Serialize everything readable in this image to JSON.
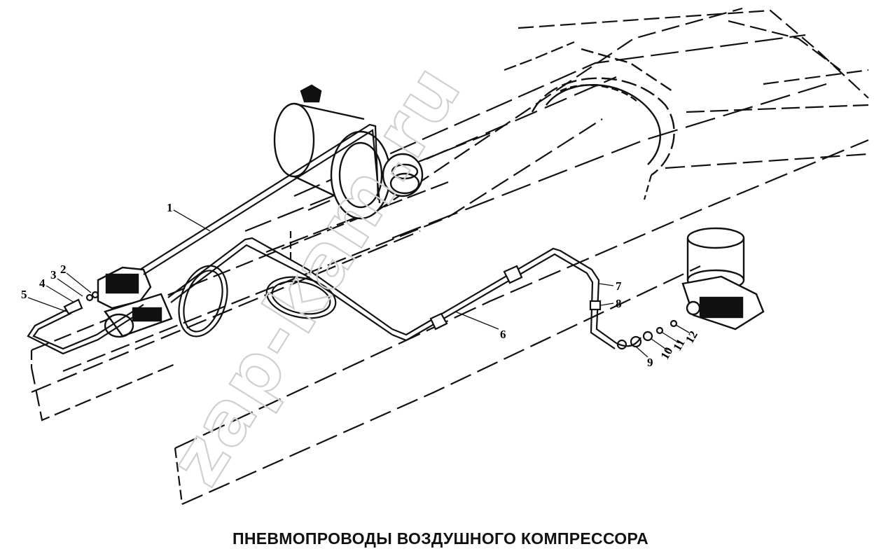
{
  "caption": "ПНЕВМОПРОВОДЫ ВОЗДУШНОГО КОМПРЕССОРА",
  "watermark": "zap-kam.ru",
  "callouts": [
    "1",
    "2",
    "3",
    "4",
    "5",
    "6",
    "7",
    "8",
    "9",
    "10",
    "11",
    "12"
  ],
  "colors": {
    "line": "#111111",
    "watermark": "#cfcfcf",
    "background": "#ffffff"
  }
}
